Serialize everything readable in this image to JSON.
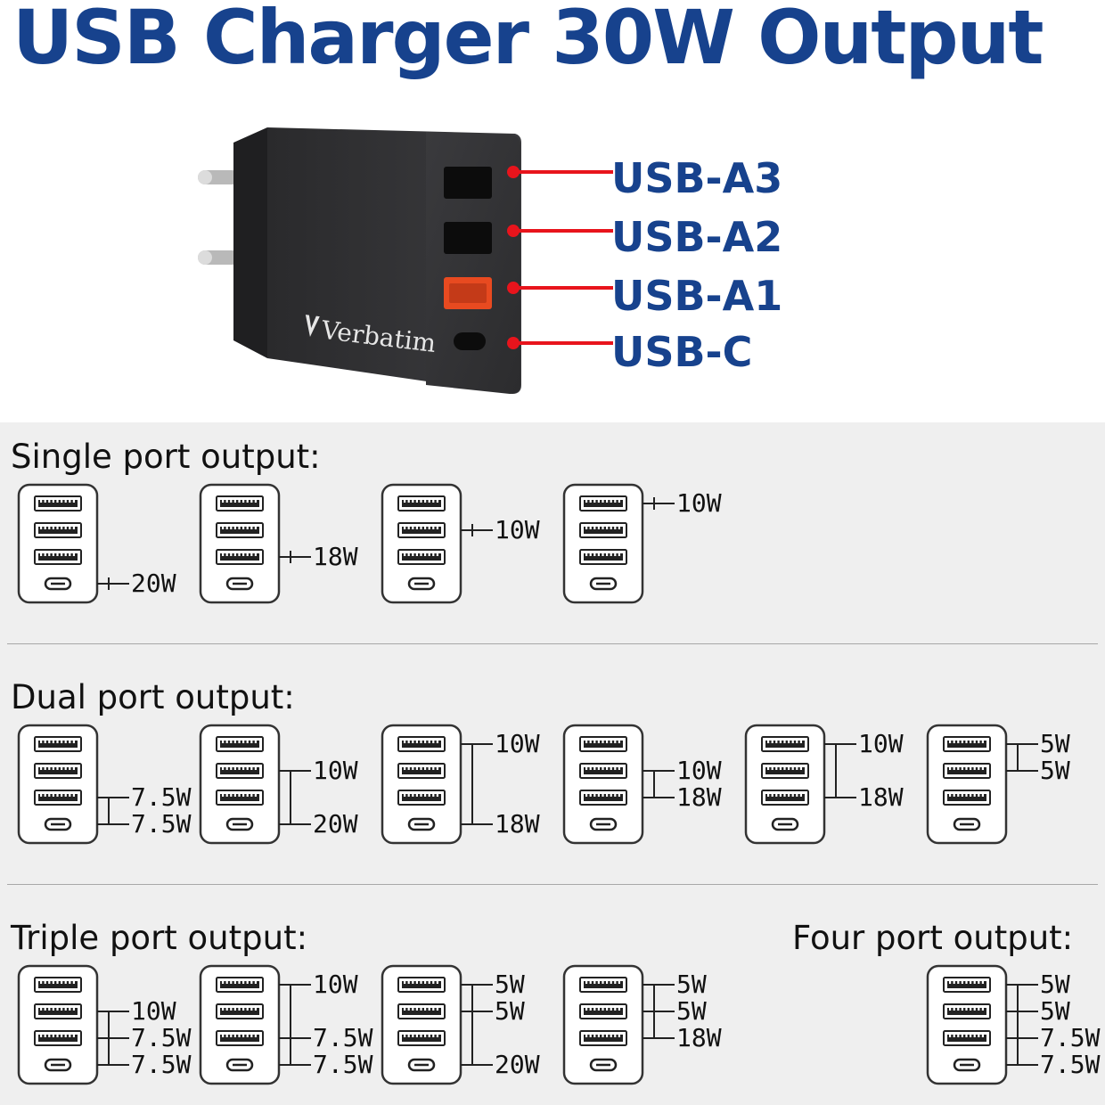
{
  "title": "USB Charger 30W Output",
  "brand_logo": "Verbatim",
  "port_labels": [
    "USB-A3",
    "USB-A2",
    "USB-A1",
    "USB-C"
  ],
  "colors": {
    "title": "#17428d",
    "callout_line": "#e8141c",
    "body_text": "#111111",
    "panel": "#efefef"
  },
  "sections": [
    {
      "title": "Single port output:",
      "chargers": [
        {
          "ports": [
            {
              "port": 3,
              "watt": "20W"
            }
          ]
        },
        {
          "ports": [
            {
              "port": 2,
              "watt": "18W"
            }
          ]
        },
        {
          "ports": [
            {
              "port": 1,
              "watt": "10W"
            }
          ]
        },
        {
          "ports": [
            {
              "port": 0,
              "watt": "10W"
            }
          ]
        }
      ]
    },
    {
      "title": "Dual port output:",
      "chargers": [
        {
          "ports": [
            {
              "port": 2,
              "watt": "7.5W"
            },
            {
              "port": 3,
              "watt": "7.5W"
            }
          ]
        },
        {
          "ports": [
            {
              "port": 1,
              "watt": "10W"
            },
            {
              "port": 3,
              "watt": "20W"
            }
          ]
        },
        {
          "ports": [
            {
              "port": 0,
              "watt": "10W"
            },
            {
              "port": 3,
              "watt": "18W"
            }
          ]
        },
        {
          "ports": [
            {
              "port": 1,
              "watt": "10W"
            },
            {
              "port": 2,
              "watt": "18W"
            }
          ]
        },
        {
          "ports": [
            {
              "port": 0,
              "watt": "10W"
            },
            {
              "port": 2,
              "watt": "18W"
            }
          ]
        },
        {
          "ports": [
            {
              "port": 0,
              "watt": "5W"
            },
            {
              "port": 1,
              "watt": "5W"
            }
          ]
        }
      ]
    },
    {
      "title": "Triple port output:",
      "chargers": [
        {
          "ports": [
            {
              "port": 1,
              "watt": "10W"
            },
            {
              "port": 2,
              "watt": "7.5W"
            },
            {
              "port": 3,
              "watt": "7.5W"
            }
          ]
        },
        {
          "ports": [
            {
              "port": 0,
              "watt": "10W"
            },
            {
              "port": 2,
              "watt": "7.5W"
            },
            {
              "port": 3,
              "watt": "7.5W"
            }
          ]
        },
        {
          "ports": [
            {
              "port": 0,
              "watt": "5W"
            },
            {
              "port": 1,
              "watt": "5W"
            },
            {
              "port": 3,
              "watt": "20W"
            }
          ]
        },
        {
          "ports": [
            {
              "port": 0,
              "watt": "5W"
            },
            {
              "port": 1,
              "watt": "5W"
            },
            {
              "port": 2,
              "watt": "18W"
            }
          ]
        }
      ]
    },
    {
      "title": "Four port output:",
      "chargers": [
        {
          "ports": [
            {
              "port": 0,
              "watt": "5W"
            },
            {
              "port": 1,
              "watt": "5W"
            },
            {
              "port": 2,
              "watt": "7.5W"
            },
            {
              "port": 3,
              "watt": "7.5W"
            }
          ]
        }
      ]
    }
  ]
}
